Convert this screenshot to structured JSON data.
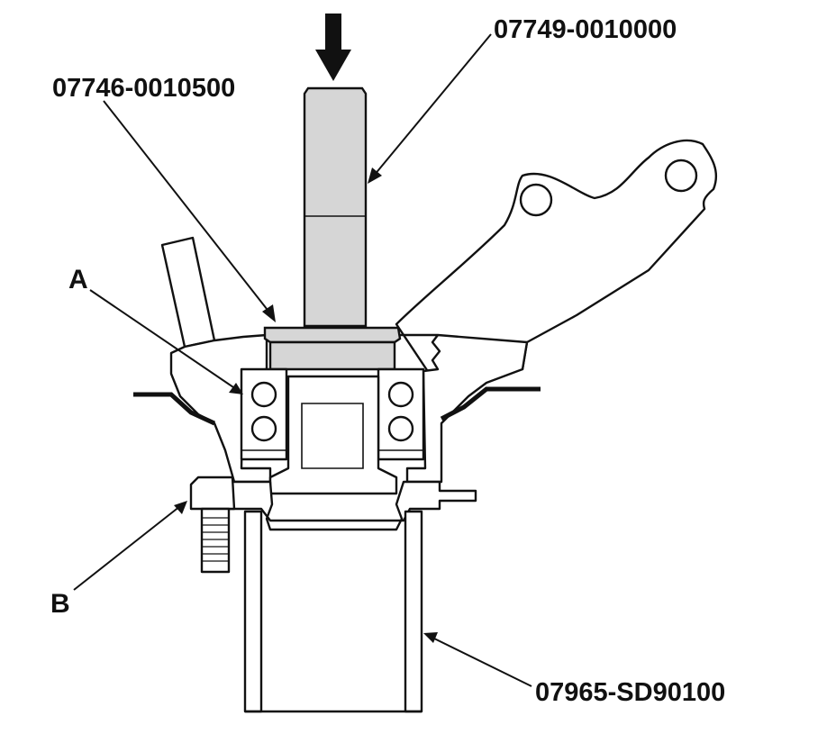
{
  "labels": {
    "driver": "07749-0010000",
    "attachment": "07746-0010500",
    "base": "07965-SD90100",
    "item_a": "A",
    "item_b": "B"
  }
}
